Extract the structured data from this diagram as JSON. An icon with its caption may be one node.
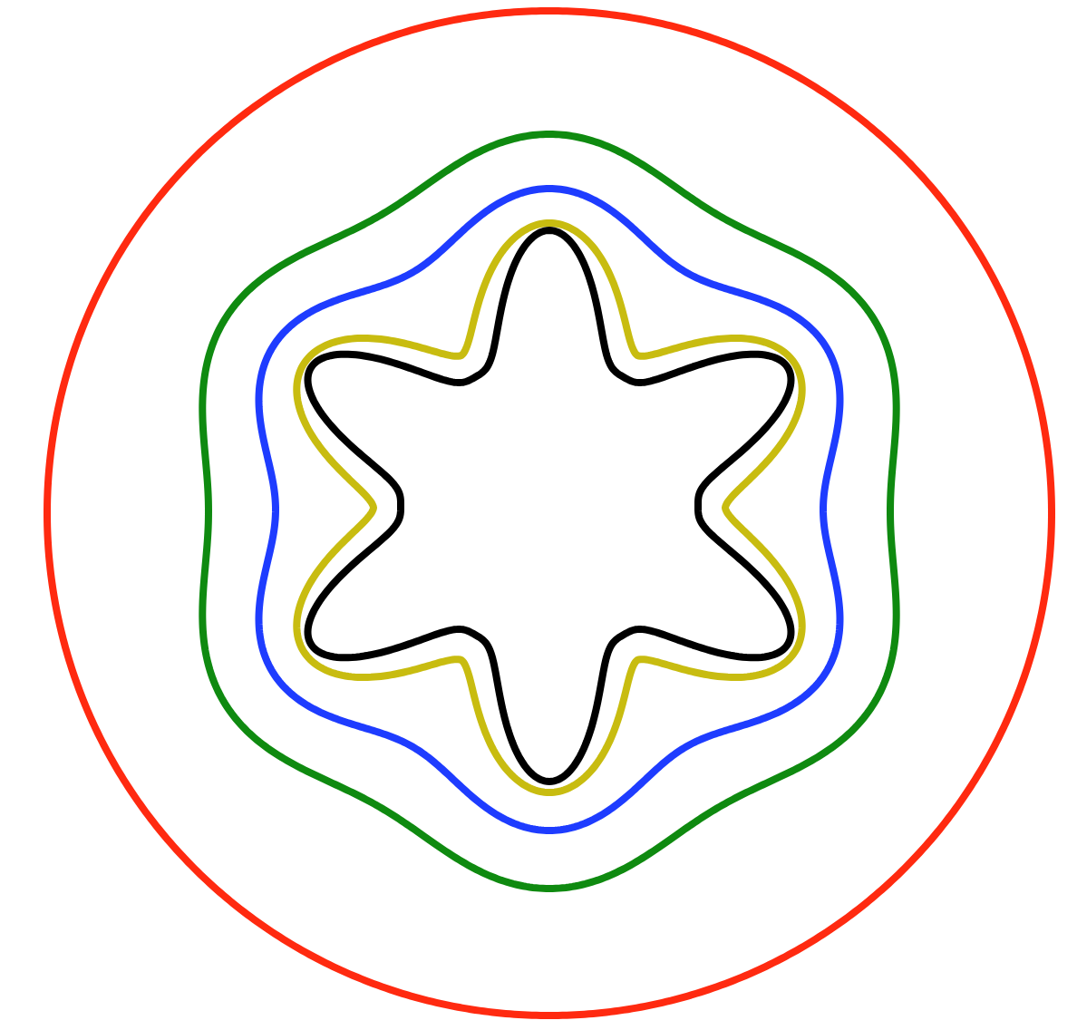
{
  "diagram": {
    "nodes": [
      {
        "text": [],
        "shape": "circle"
      },
      {
        "text": [],
        "shape": "hexagon",
        "in": 0
      },
      {
        "text": [],
        "shape": "curve",
        "in": 1
      },
      {
        "text": [],
        "shape": "curve",
        "in": 2
      },
      {
        "text": [],
        "shape": "star",
        "in": 3
      }
    ]
  }
}
